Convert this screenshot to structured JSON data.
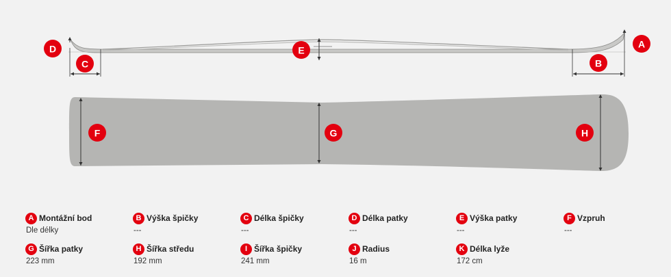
{
  "colors": {
    "accent": "#e3000f",
    "ski_fill": "#b5b5b3",
    "line": "#333333"
  },
  "markers": {
    "A": "A",
    "B": "B",
    "C": "C",
    "D": "D",
    "E": "E",
    "F": "F",
    "G": "G",
    "H": "H"
  },
  "specs": [
    {
      "letter": "A",
      "label": "Montážní bod",
      "value": "Dle délky"
    },
    {
      "letter": "B",
      "label": "Výška špičky",
      "value": "---"
    },
    {
      "letter": "C",
      "label": "Délka špičky",
      "value": "---"
    },
    {
      "letter": "D",
      "label": "Délka patky",
      "value": "---"
    },
    {
      "letter": "E",
      "label": "Výška patky",
      "value": "---"
    },
    {
      "letter": "F",
      "label": "Vzpruh",
      "value": "---"
    },
    {
      "letter": "G",
      "label": "Šířka patky",
      "value": "223 mm"
    },
    {
      "letter": "H",
      "label": "Šířka středu",
      "value": "192 mm"
    },
    {
      "letter": "I",
      "label": "Šířka špičky",
      "value": "241 mm"
    },
    {
      "letter": "J",
      "label": "Radius",
      "value": "16 m"
    },
    {
      "letter": "K",
      "label": "Délka lyže",
      "value": "172 cm"
    }
  ]
}
